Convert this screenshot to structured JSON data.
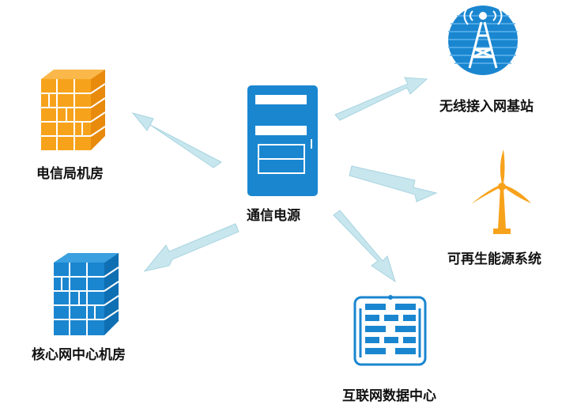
{
  "center": {
    "label": "通信电源"
  },
  "nodes": {
    "telecom_room": {
      "label": "电信局机房"
    },
    "wireless_bs": {
      "label": "无线接入网基站"
    },
    "renewable": {
      "label": "可再生能源系统"
    },
    "core_room": {
      "label": "核心网中心机房"
    },
    "idc": {
      "label": "互联网数据中心"
    }
  },
  "colors": {
    "orange": "#f7a21b",
    "blue": "#1a86d0",
    "arrow": "#c7e6ee",
    "arrow_stroke": "#a9d4e0"
  }
}
